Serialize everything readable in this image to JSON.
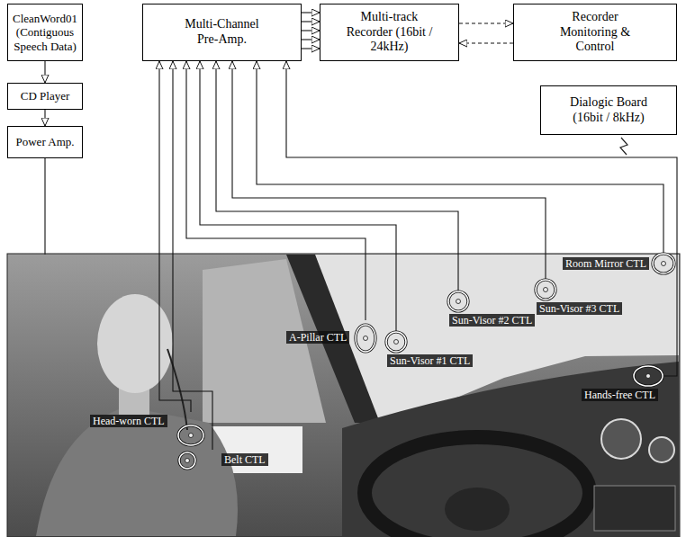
{
  "diagram": {
    "nodes": [
      {
        "text": [
          "CleanWord01 (Contiguous Speech Data)"
        ]
      },
      {
        "text": [
          "CD Player"
        ]
      },
      {
        "text": [
          "Power Amp."
        ]
      },
      {
        "text": [
          "Multi-Channel Pre-Amp."
        ]
      },
      {
        "text": [
          "Multi-track Recorder (16bit / 24kHz)"
        ]
      },
      {
        "text": [
          "Recorder Monitoring & Control"
        ]
      },
      {
        "text": [
          "Dialogic Board (16bit / 8kHz)"
        ]
      },
      {
        "text": [
          "Room Mirror CTL"
        ]
      },
      {
        "text": [
          "Sun-Visor #3 CTL"
        ]
      },
      {
        "text": [
          "Sun-Visor #2 CTL"
        ]
      },
      {
        "text": [
          "A-Pillar CTL"
        ]
      },
      {
        "text": [
          "Sun-Visor #1 CTL"
        ]
      },
      {
        "text": [
          "Hands-free CTL"
        ]
      },
      {
        "text": [
          "Head-worn CTL"
        ]
      },
      {
        "text": [
          "Belt CTL"
        ]
      }
    ],
    "edges": [
      {
        "from": 0,
        "to": 1,
        "arrow": "to"
      },
      {
        "from": 1,
        "to": 2,
        "arrow": "to"
      },
      {
        "from": 3,
        "to": 4,
        "arrow": "to"
      },
      {
        "from": 3,
        "to": 4,
        "arrow": "to"
      },
      {
        "from": 3,
        "to": 4,
        "arrow": "to"
      },
      {
        "from": 3,
        "to": 4,
        "arrow": "to"
      },
      {
        "from": 3,
        "to": 4,
        "arrow": "to"
      },
      {
        "from": 4,
        "to": 5,
        "arrow": "to"
      },
      {
        "from": 5,
        "to": 4,
        "arrow": "to"
      },
      {
        "from": 13,
        "to": 3,
        "arrow": "to"
      },
      {
        "from": 14,
        "to": 3,
        "arrow": "to"
      },
      {
        "from": 10,
        "to": 3,
        "arrow": "to"
      },
      {
        "from": 11,
        "to": 3,
        "arrow": "to"
      },
      {
        "from": 9,
        "to": 3,
        "arrow": "to"
      },
      {
        "from": 8,
        "to": 3,
        "arrow": "to"
      },
      {
        "from": 7,
        "to": 3,
        "arrow": "to"
      },
      {
        "from": 12,
        "to": 3,
        "arrow": "to"
      }
    ]
  }
}
